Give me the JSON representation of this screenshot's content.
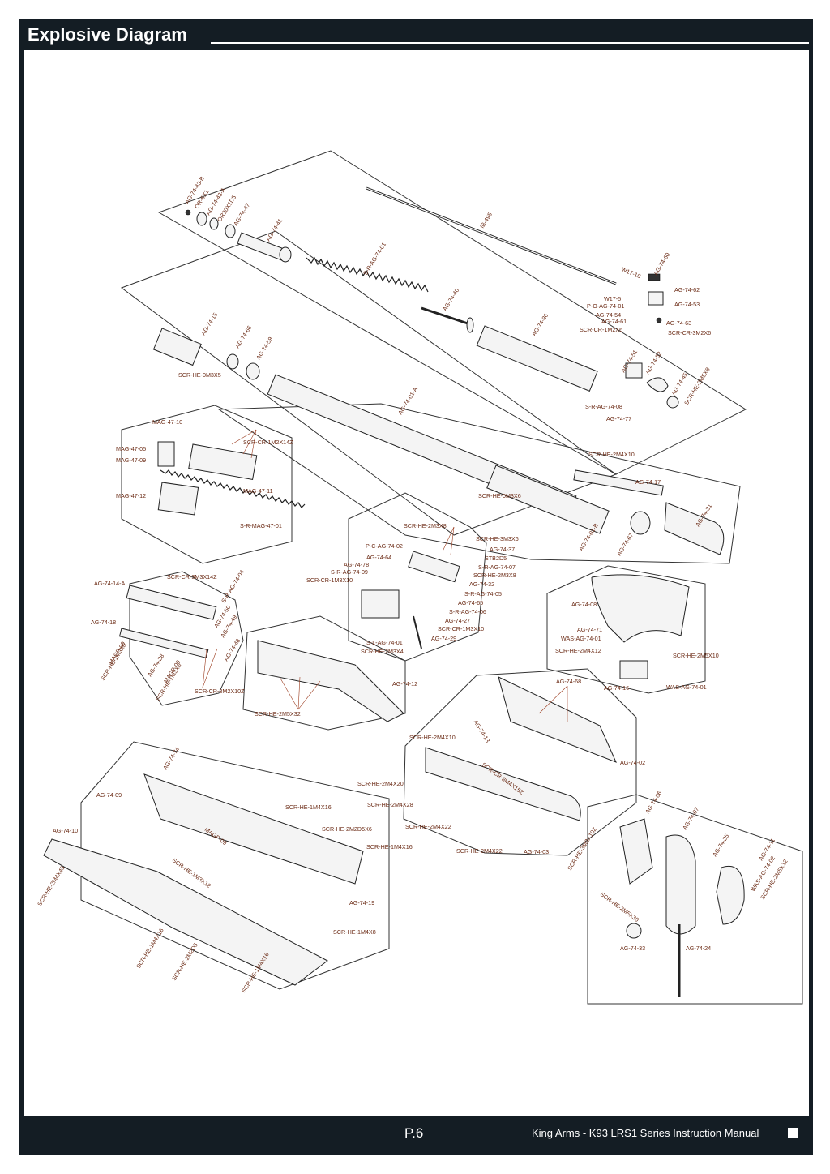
{
  "header": {
    "title": "Explosive Diagram"
  },
  "footer": {
    "page": "P.6",
    "manual": "King Arms - K93 LRS1 Series Instruction Manual"
  },
  "diagram": {
    "labels": {
      "ag7443b": "AG-74-43-B",
      "or6x1": "OR-6X1",
      "ag7443a": "AG-74-43-A",
      "or20x1d5": "OR20X1D5",
      "ag7447": "AG-74-47",
      "ag7441": "AG-74-41",
      "ib495": "IB-495",
      "srag7401": "S-R-AG-74-01",
      "ag7440": "AG-74-40",
      "ag7436": "AG-74-36",
      "w1710": "W17-10",
      "ag7460": "AG-74-60",
      "ag7462": "AG-74-62",
      "w175": "W17-5",
      "poag7401": "P-O-AG-74-01",
      "ag7453": "AG-74-53",
      "ag7454": "AG-74-54",
      "ag7461": "AG-74-61",
      "ag7463": "AG-74-63",
      "scrcr1m2x6": "SCR-CR-1M2X6",
      "scrcr3m2x6": "SCR-CR-3M2X6",
      "ag7415": "AG-74-15",
      "ag7466": "AG-74-66",
      "ag7459": "AG-74-59",
      "scrhe0m3x5": "SCR-HE-0M3X5",
      "ag7401a": "AG-74-01-A",
      "ag7451": "AG-74-51",
      "ag7452": "AG-74-52",
      "ag7445": "AG-74-45",
      "scrhe2m5x8": "SCR-HE-2M5X8",
      "srag7408": "S-R-AG-74-08",
      "ag7477": "AG-74-77",
      "mag4710": "MAG-47-10",
      "scrcr1m2x14z": "SCR-CR-1M2X14Z",
      "mag4705": "MAG-47-05",
      "mag4709": "MAG-47-09",
      "mag4711": "MAG-47-11",
      "mag4712": "MAG-47-12",
      "srmag4701": "S-R-MAG-47-01",
      "scrhe2m4x10": "SCR-HE-2M4X10",
      "ag7417": "AG-74-17",
      "scrhe0m3x6": "SCR-HE-0M3X6",
      "ag7431": "AG-74-31",
      "ag7401b": "AG-74-01-B",
      "ag7467": "AG-74-67",
      "scrhe2m3x8": "SCR-HE-2M3X8",
      "pcag7402": "P-C-AG-74-02",
      "scrhe3m3x6": "SCR-HE-3M3X6",
      "ag7437": "AG-74-37",
      "ag7464": "AG-74-64",
      "stb2d5": "STB2D5",
      "ag7478": "AG-74-78",
      "srag7407": "S-R-AG-74-07",
      "srag7409": "S-R-AG-74-09",
      "scrhe2m3x8b": "SCR-HE-2M3X8",
      "scrcr1m3x10": "SCR-CR-1M3X10",
      "ag7432": "AG-74-32",
      "srag7405": "S-R-AG-74-05",
      "ag7465": "AG-74-65",
      "srag7406": "S-R-AG-74-06",
      "ag7427": "AG-74-27",
      "scrcr1m3x10b": "SCR-CR-1M3X10",
      "ag7429": "AG-74-29",
      "slag7401": "S-L-AG-74-01",
      "scrhe2m3x4": "SCR-HE-2M3X4",
      "ag7414a": "AG-74-14-A",
      "scrcr3m3x14z": "SCR-CR-3M3X14Z",
      "srag7404": "S-R-AG-74-04",
      "ag7418": "AG-74-18",
      "ag7450": "AG-74-50",
      "ag7449": "AG-74-49",
      "ag7448": "AG-74-48",
      "magp09a": "MAGP-09",
      "scrhe1m3x6a": "SCR-HE-1M3X6",
      "ag7428": "AG-74-28",
      "magp09b": "MAGP-09",
      "scrhe1m3x6b": "SCR-HE-1M3X6",
      "scrcr3m2x10z": "SCR-CR-3M2X10Z",
      "ag7412": "AG-74-12",
      "scrhe2m5x32": "SCR-HE-2M5X32",
      "ag7408": "AG-74-08",
      "ag7471": "AG-74-71",
      "wasag7401a": "WAS-AG-74-01",
      "scrhe2m4x12": "SCR-HE-2M4X12",
      "scrhe2m5x10": "SCR-HE-2M5X10",
      "ag7416": "AG-74-16",
      "wasag7401b": "WAS-AG-74-01",
      "ag7468": "AG-74-68",
      "scrhe2m4x10b": "SCR-HE-2M4X10",
      "ag7413": "AG-74-13",
      "scrcr3m4x15z": "SCR-CR-3M4X15Z",
      "ag7402": "AG-74-02",
      "scrhe2m4x20": "SCR-HE-2M4X20",
      "scrhe2m4x28": "SCR-HE-2M4X28",
      "scrhe2m4x22a": "SCR-HE-2M4X22",
      "scrhe2m4x22b": "SCR-HE-2M4X22",
      "ag7403": "AG-74-03",
      "ag7474": "AG-74-74",
      "ag7409": "AG-74-09",
      "scrhe1m4x16a": "SCR-HE-1M4X16",
      "ag7410": "AG-74-10",
      "scrhe2m2d5x6": "SCR-HE-2M2D5X6",
      "magp09c": "MAGP-09",
      "scrhe1m4x16b": "SCR-HE-1M4X16",
      "scrhe2m4x45": "SCR-HE-2M4X45",
      "scrhe1m3x12": "SCR-HE-1M3X12",
      "ag7419": "AG-74-19",
      "scrhe1m4x8": "SCR-HE-1M4X8",
      "scrhe1m4x16c": "SCR-HE-1M4X16",
      "scrhe2m2d5": "SCR-HE-2M2D5",
      "scrhe1m4x16d": "SCR-HE-1M4X16",
      "ag7406": "AG-74-06",
      "ag7407": "AG-74-07",
      "ag7425": "AG-74-25",
      "ag7411": "AG-74-11",
      "scrhe3m3x10z": "SCR-HE-3M3X10Z",
      "wasag7402": "WAS-AG-74-02",
      "scrhe2m5x12": "SCR-HE-2M5X12",
      "scrhe2m5x30": "SCR-HE-2M5X30",
      "ag7433": "AG-74-33",
      "ag7424": "AG-74-24"
    }
  }
}
